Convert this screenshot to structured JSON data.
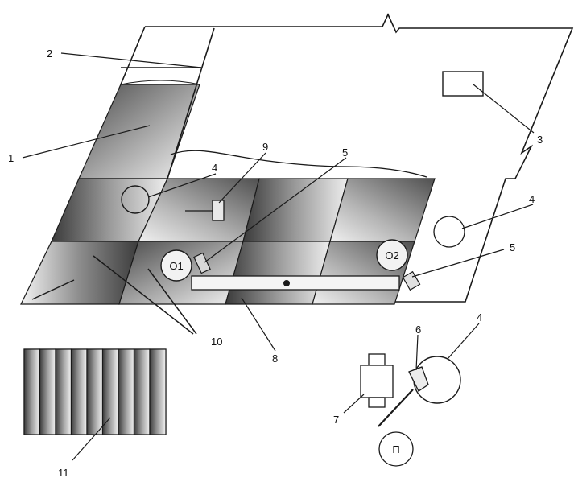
{
  "labels": {
    "n1": "1",
    "n2": "2",
    "n3": "3",
    "n4a": "4",
    "n4b": "4",
    "n4c": "4",
    "n5a": "5",
    "n5b": "5",
    "n6": "6",
    "n7": "7",
    "n8": "8",
    "n9": "9",
    "n10": "10",
    "n11": "11"
  },
  "markers": {
    "o1": "O1",
    "o2": "O2",
    "p": "П"
  },
  "colors": {
    "line": "#1a1a1a",
    "shade_dark": "#555555",
    "shade_light": "#f2f2f2"
  }
}
